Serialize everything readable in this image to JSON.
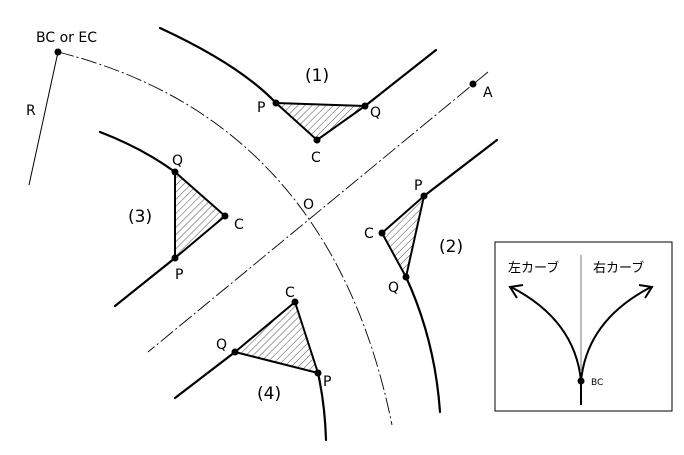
{
  "labels": {
    "bc_ec": "BC or EC",
    "r": "R",
    "a": "A",
    "o": "O",
    "case1": "(1)",
    "case2": "(2)",
    "case3": "(3)",
    "case4": "(4)",
    "p": "P",
    "q": "Q",
    "c": "C"
  },
  "inset": {
    "left_curve": "左カーブ",
    "right_curve": "右カーブ",
    "bc": "BC"
  },
  "colors": {
    "line": "#000000",
    "background": "#ffffff"
  }
}
